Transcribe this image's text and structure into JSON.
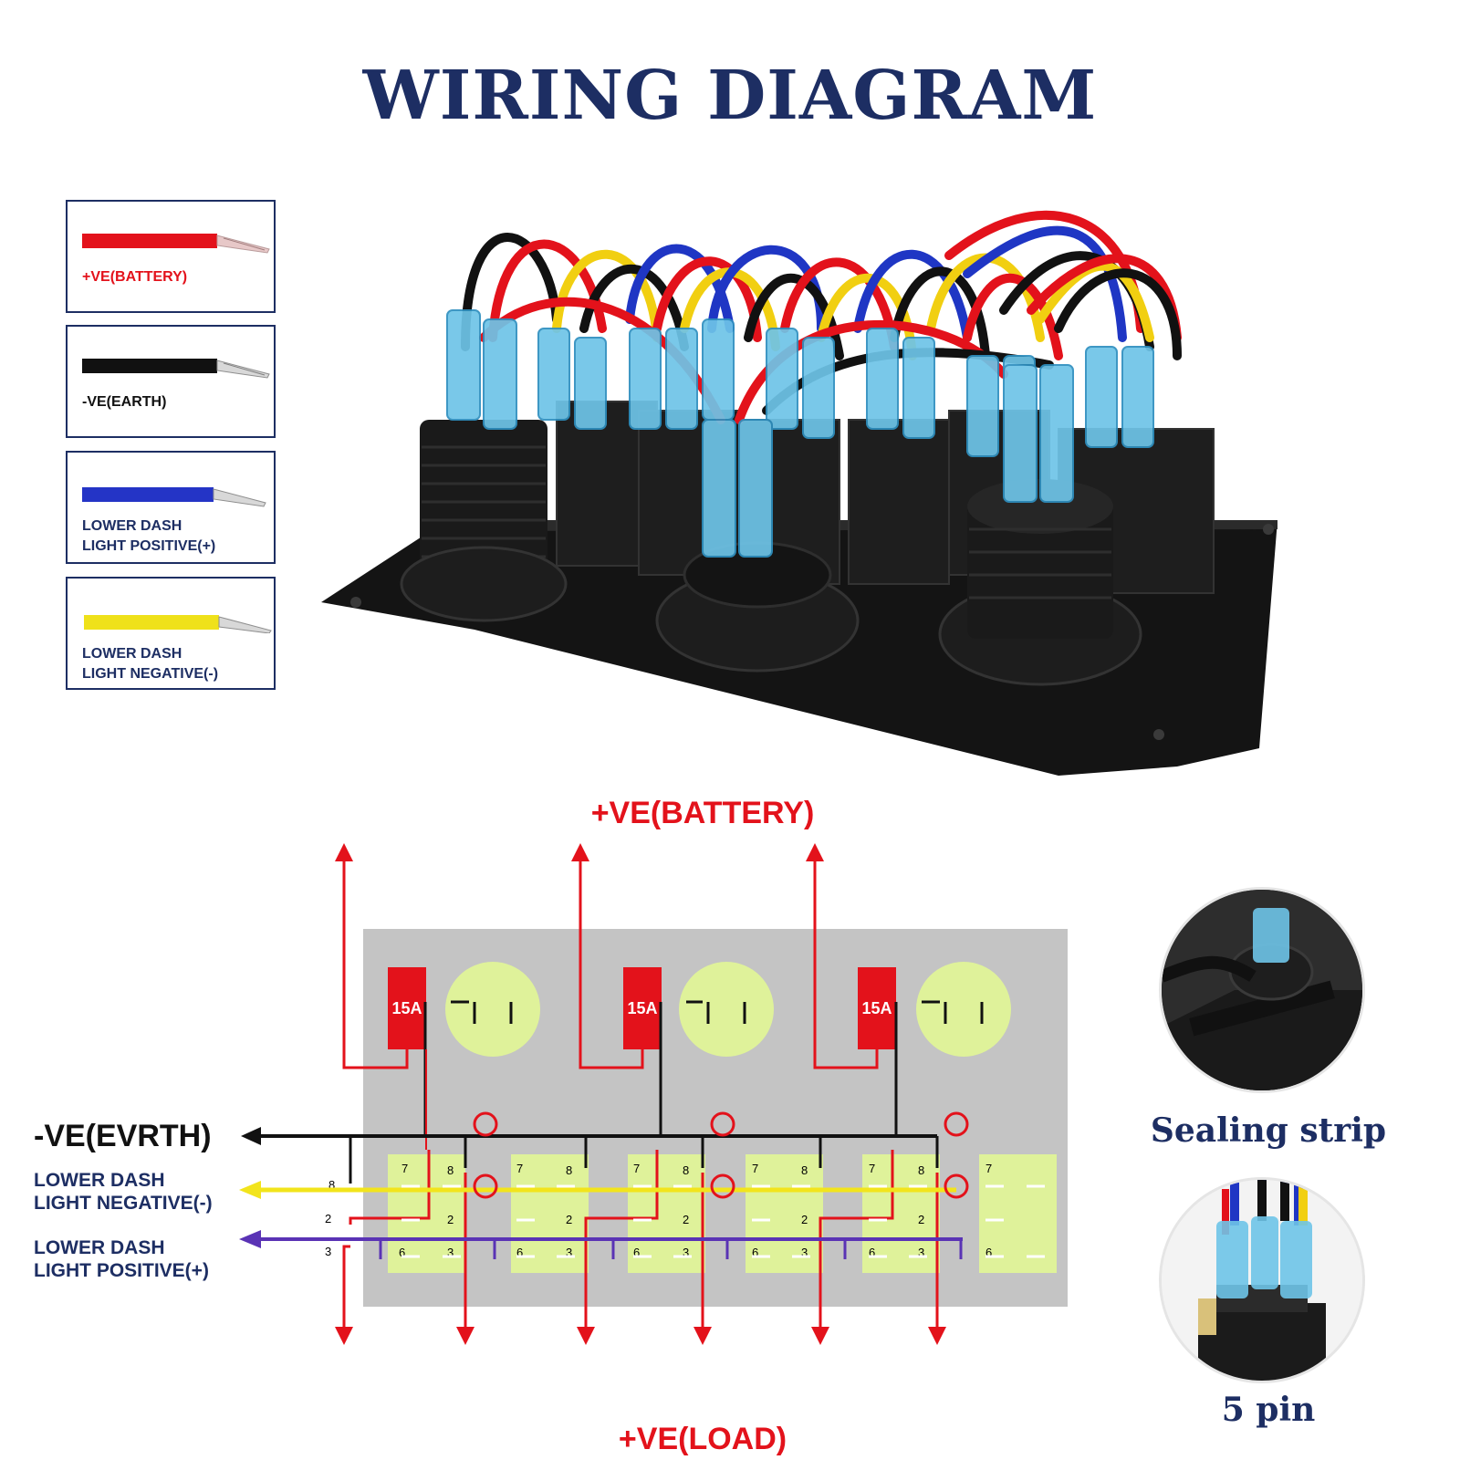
{
  "title": "WIRING DIAGRAM",
  "legend": [
    {
      "label_lines": [
        "+VE(BATTERY)"
      ],
      "wire_color": "#e3121b",
      "text_color": "#e3121b"
    },
    {
      "label_lines": [
        "-VE(EARTH)"
      ],
      "wire_color": "#111111",
      "text_color": "#111111"
    },
    {
      "label_lines": [
        "LOWER DASH",
        "LIGHT POSITIVE(+)"
      ],
      "wire_color": "#2434c6",
      "text_color": "#1d2e63"
    },
    {
      "label_lines": [
        "LOWER DASH",
        "LIGHT NEGATIVE(-)"
      ],
      "wire_color": "#efe11a",
      "text_color": "#1d2e63"
    }
  ],
  "schematic": {
    "battery_label": "+VE(BATTERY)",
    "load_label": "+VE(LOAD)",
    "earth_label": "-VE(EVRTH)",
    "neg_label_lines": [
      "LOWER DASH",
      "LIGHT NEGATIVE(-)"
    ],
    "pos_label_lines": [
      "LOWER DASH",
      "LIGHT POSITIVE(+)"
    ],
    "fuse_label": "15A",
    "pin_labels": {
      "p7": "7",
      "p8": "8",
      "p2": "2",
      "p6": "6",
      "p3": "3"
    }
  },
  "insets": {
    "sealing_caption": "Sealing strip",
    "pin_caption": "5 pin"
  },
  "colors": {
    "navy": "#1d2e63",
    "red": "#e3121b",
    "yellow": "#f2e41c",
    "purple": "#5a33b5",
    "panel_gray": "#c4c4c4",
    "switch_green": "#dff29a"
  }
}
